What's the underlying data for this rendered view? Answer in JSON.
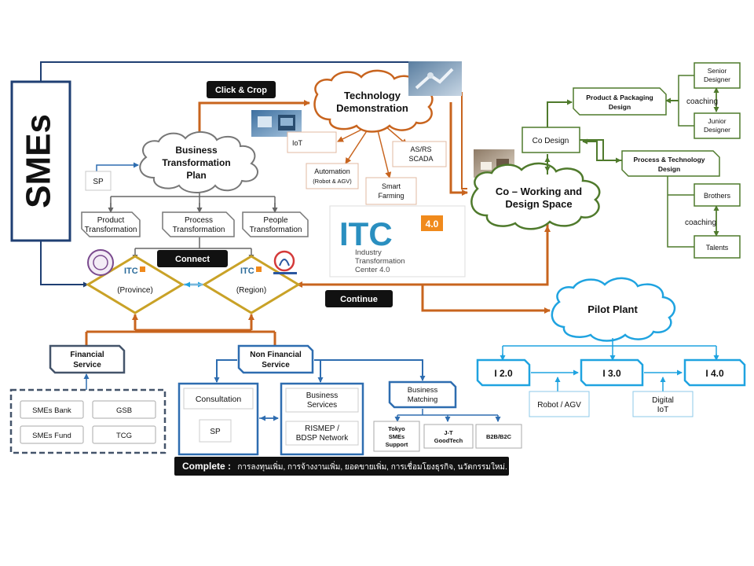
{
  "smes": "SMEs",
  "tags": {
    "click_crop": "Click & Crop",
    "connect": "Connect",
    "continue": "Continue",
    "complete": "Complete :",
    "complete_text": "การลงทุนเพิ่ม, การจ้างงานเพิ่ม, ยอดขายเพิ่ม, การเชื่อมโยงธุรกิจ, นวัตกรรมใหม่."
  },
  "business_plan": {
    "line1": "Business",
    "line2": "Transformation",
    "line3": "Plan"
  },
  "sp": "SP",
  "transformations": [
    {
      "line1": "Product",
      "line2": "Transformation"
    },
    {
      "line1": "Process",
      "line2": "Transformation"
    },
    {
      "line1": "People",
      "line2": "Transformation"
    }
  ],
  "tech_demo": {
    "line1": "Technology",
    "line2": "Demonstration"
  },
  "tech_items": {
    "iot": "IoT",
    "asrs1": "AS/RS",
    "asrs2": "SCADA",
    "auto1": "Automation",
    "auto2": "(Robot & AGV)",
    "smart1": "Smart",
    "smart2": "Farming"
  },
  "itc_logo": {
    "brand": "ITC",
    "version": "4.0",
    "line1": "Industry",
    "line2": "Transformation",
    "line3": "Center 4.0"
  },
  "province": {
    "itc": "ITC",
    "label": "(Province)"
  },
  "region": {
    "itc": "ITC",
    "label": "(Region)"
  },
  "coworking": {
    "line1": "Co – Working and",
    "line2": "Design Space"
  },
  "co_design": "Co Design",
  "product_packaging": {
    "line1": "Product & Packaging",
    "line2": "Design"
  },
  "process_tech": {
    "line1": "Process & Technology",
    "line2": "Design"
  },
  "senior": {
    "line1": "Senior",
    "line2": "Designer"
  },
  "junior": {
    "line1": "Junior",
    "line2": "Designer"
  },
  "coaching1": "coaching",
  "brothers": "Brothers",
  "coaching2": "coaching",
  "talents": "Talents",
  "pilot_plant": "Pilot Plant",
  "industry": {
    "i2": "I 2.0",
    "i3": "I 3.0",
    "i4": "I 4.0"
  },
  "robot_agv": "Robot / AGV",
  "digital_iot": {
    "line1": "Digital",
    "line2": "IoT"
  },
  "financial": {
    "title1": "Financial",
    "title2": "Service",
    "items": [
      "SMEs Bank",
      "GSB",
      "SMEs Fund",
      "TCG"
    ]
  },
  "non_financial": {
    "title1": "Non Financial",
    "title2": "Service"
  },
  "consultation": "Consultation",
  "consult_sp": "SP",
  "business_services": {
    "line1": "Business",
    "line2": "Services"
  },
  "rismep": {
    "line1": "RISMEP /",
    "line2": "BDSP Network"
  },
  "business_matching": {
    "line1": "Business",
    "line2": "Matching"
  },
  "tokyo": {
    "line1": "Tokyo",
    "line2": "SMEs",
    "line3": "Support"
  },
  "jt": {
    "line1": "J-T",
    "line2": "GoodTech"
  },
  "b2b": "B2B/B2C",
  "colors": {
    "navy": "#1f3f73",
    "orange": "#c8641e",
    "green": "#4f7a2c",
    "sky": "#1fa3e0",
    "blue": "#2e6db0",
    "gold": "#c9a227",
    "slate": "#44546a"
  }
}
